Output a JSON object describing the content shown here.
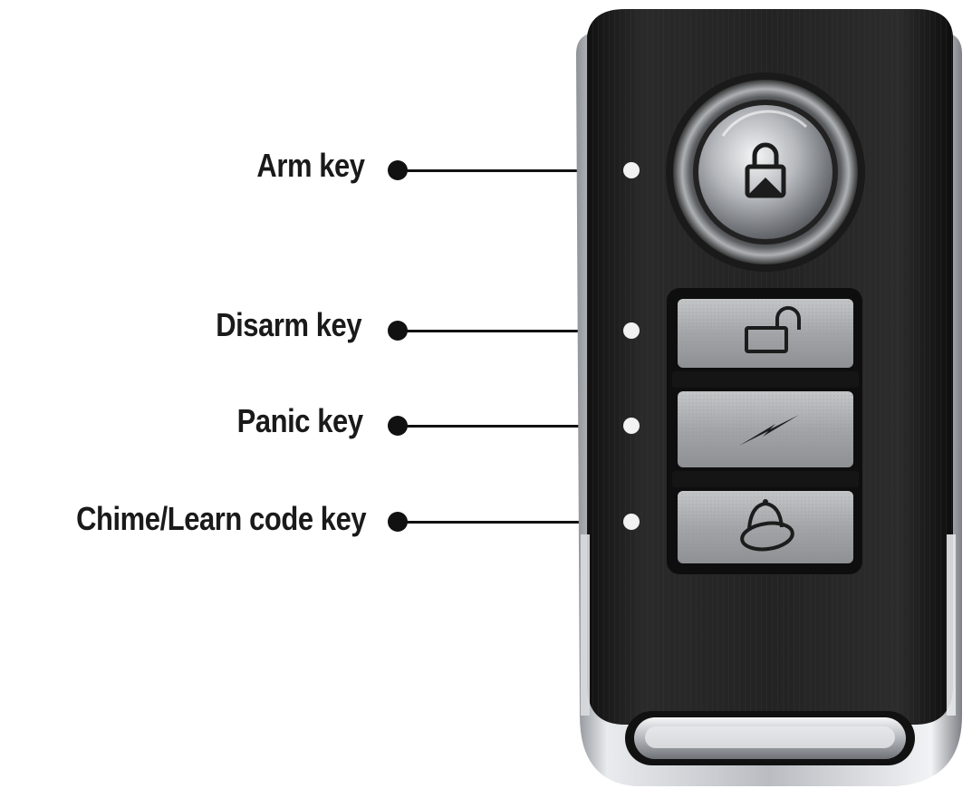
{
  "callouts": {
    "arm": {
      "label": "Arm key"
    },
    "disarm": {
      "label": "Disarm key"
    },
    "panic": {
      "label": "Panic key"
    },
    "chime": {
      "label": "Chime/Learn code key"
    }
  },
  "device": {
    "kind": "wireless alarm remote key fob",
    "body_color": "#1e1e1e",
    "chrome_color": "#c9ccd0",
    "key_color": "#a9abad",
    "buttons": [
      {
        "name": "arm",
        "icon": "padlock-closed-icon"
      },
      {
        "name": "disarm",
        "icon": "padlock-open-icon"
      },
      {
        "name": "panic",
        "icon": "lightning-bolt-icon"
      },
      {
        "name": "chime",
        "icon": "bell-icon"
      }
    ]
  }
}
